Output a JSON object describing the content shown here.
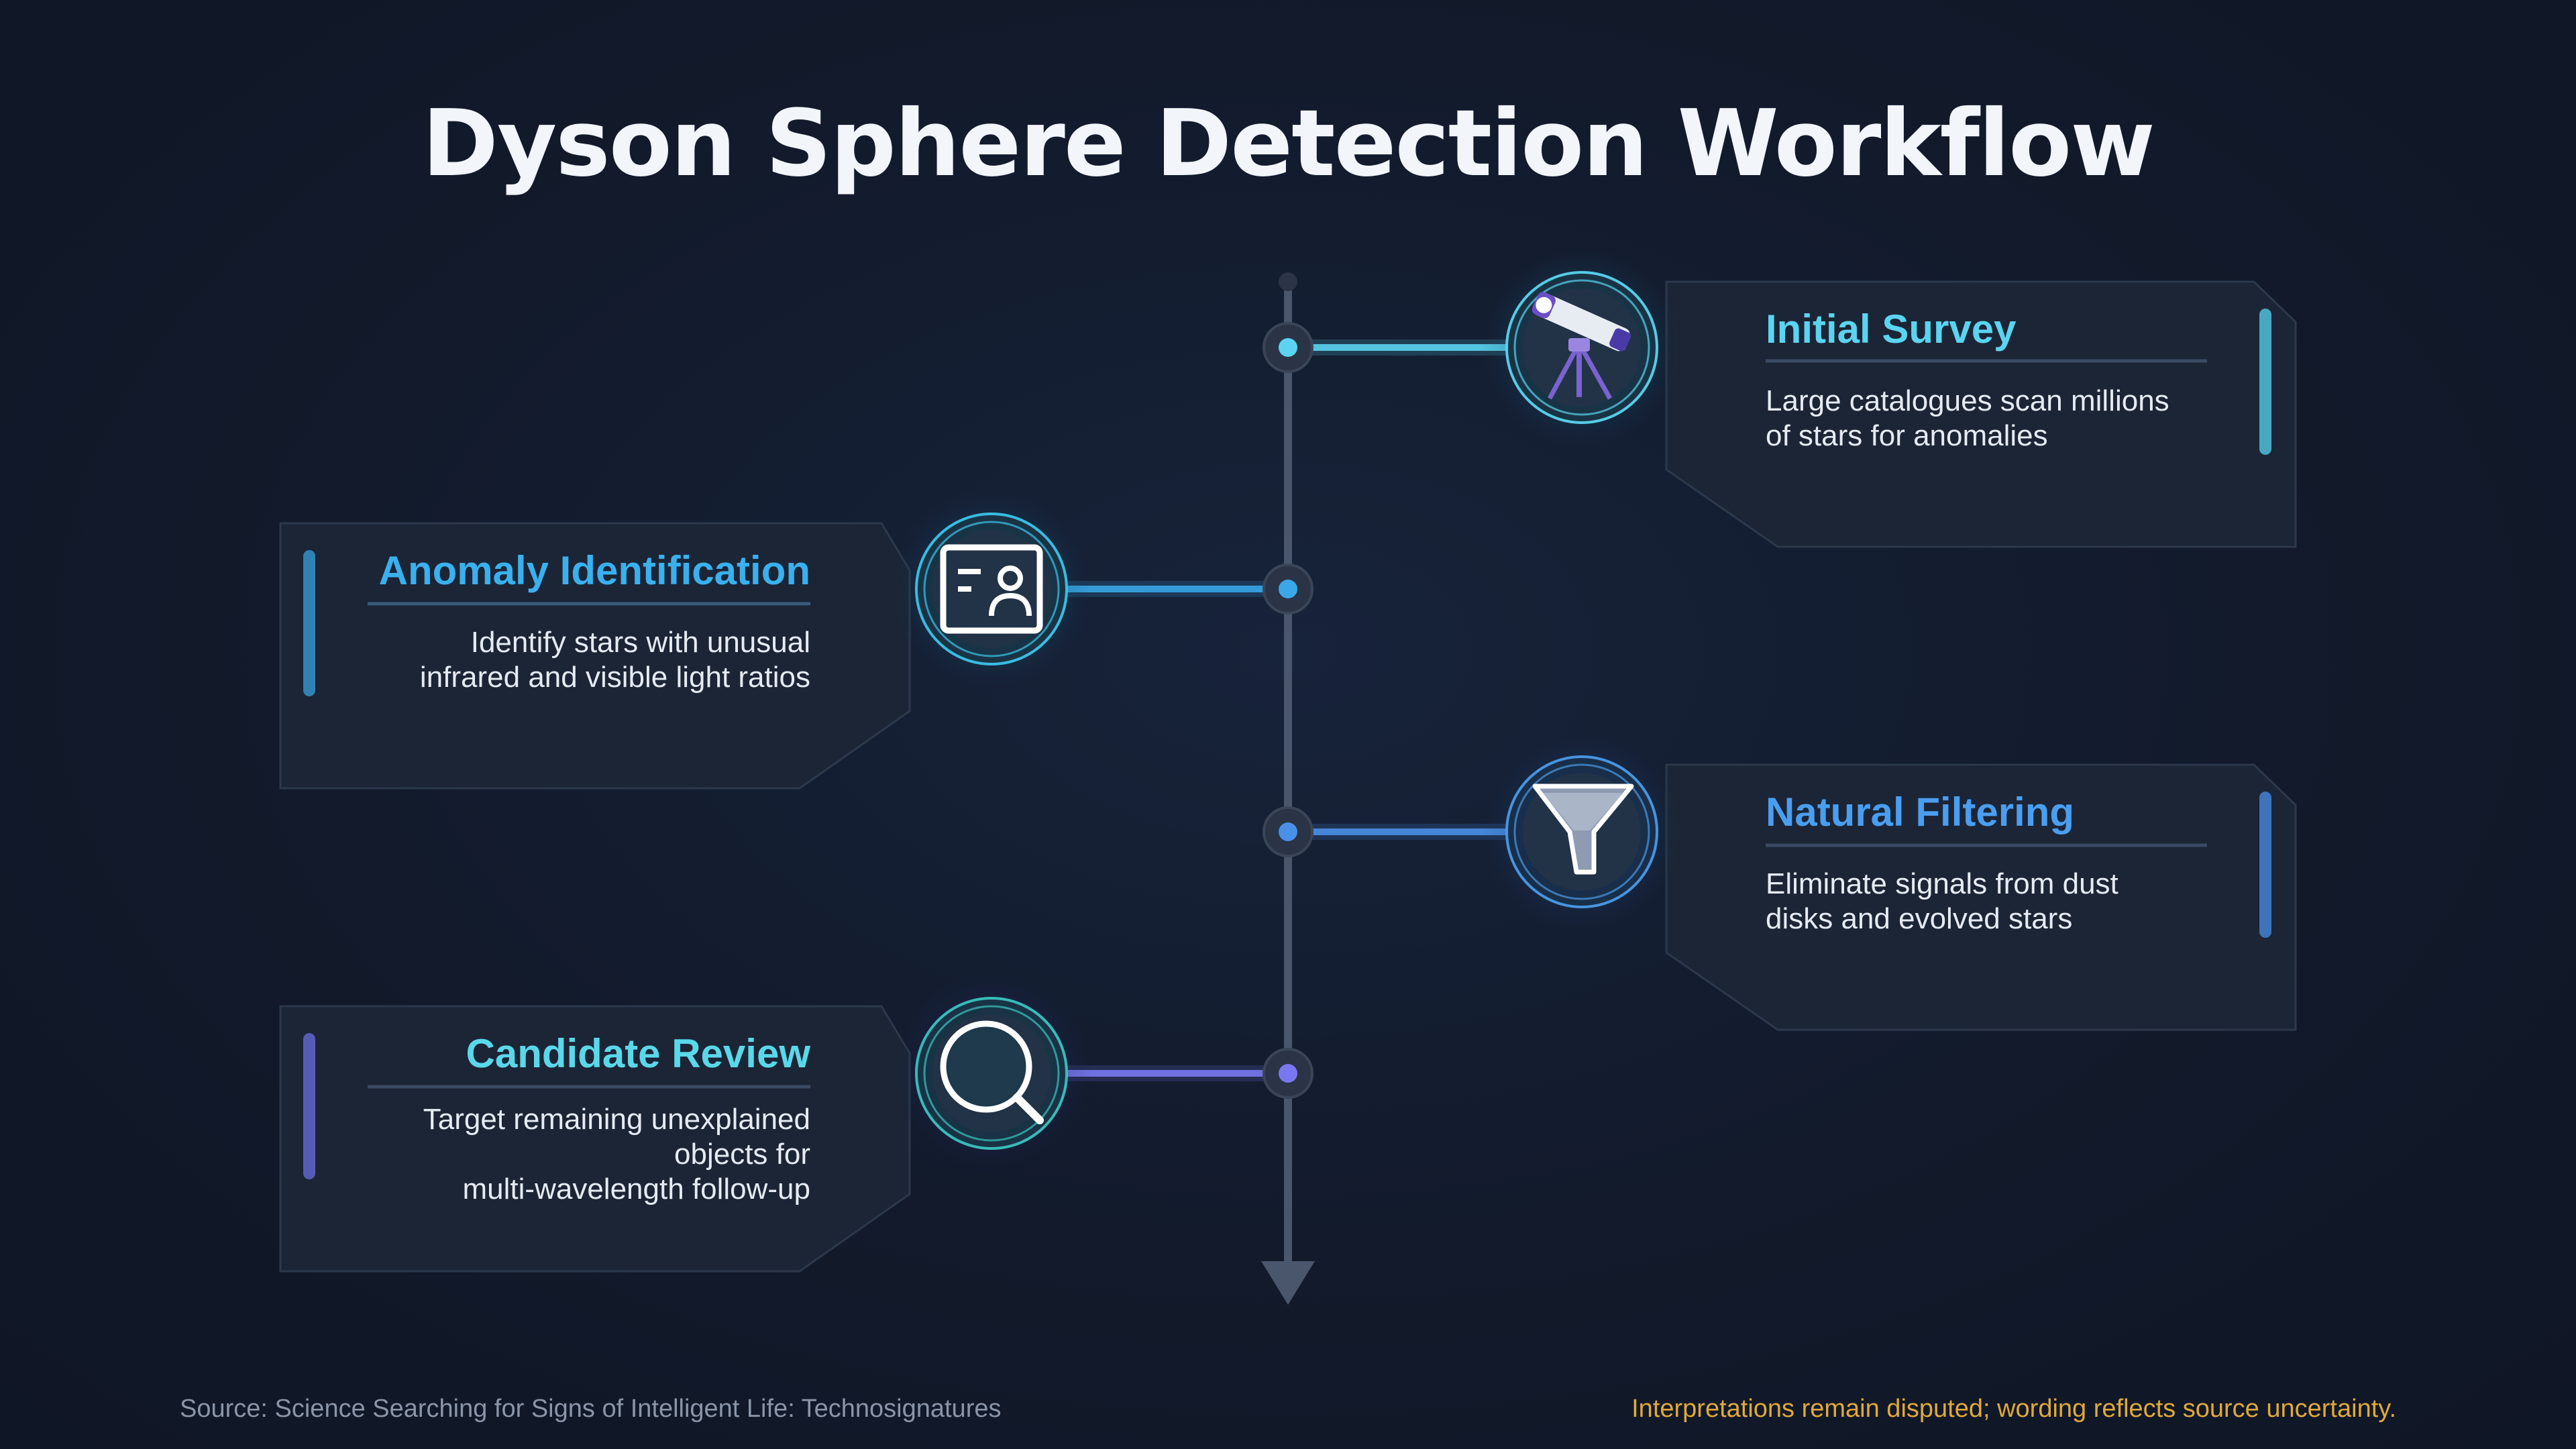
{
  "title": "Dyson Sphere Detection Workflow",
  "steps": [
    {
      "title": "Initial Survey",
      "description": "Large catalogues scan millions\nof stars for anomalies",
      "icon": "telescope-icon",
      "color": "#5ad4f0",
      "side": "right"
    },
    {
      "title": "Anomaly Identification",
      "description": "Identify stars with unusual\ninfrared and visible light ratios",
      "icon": "id-card-icon",
      "color": "#3aa8e8",
      "side": "left"
    },
    {
      "title": "Natural Filtering",
      "description": "Eliminate signals from dust\ndisks and evolved stars",
      "icon": "funnel-icon",
      "color": "#4a8fe8",
      "side": "right"
    },
    {
      "title": "Candidate Review",
      "description": "Target remaining unexplained\nobjects for\nmulti-wavelength follow-up",
      "icon": "magnifier-icon",
      "color": "#6b6fe0",
      "side": "left"
    }
  ],
  "footer": {
    "source": "Source: Science Searching for Signs of Intelligent Life: Technosignatures",
    "note": "Interpretations remain disputed; wording reflects source uncertainty."
  },
  "colors": {
    "background": "#121a2b",
    "card": "#1b2536",
    "spine": "#4a566b",
    "note": "#e0a93a"
  }
}
